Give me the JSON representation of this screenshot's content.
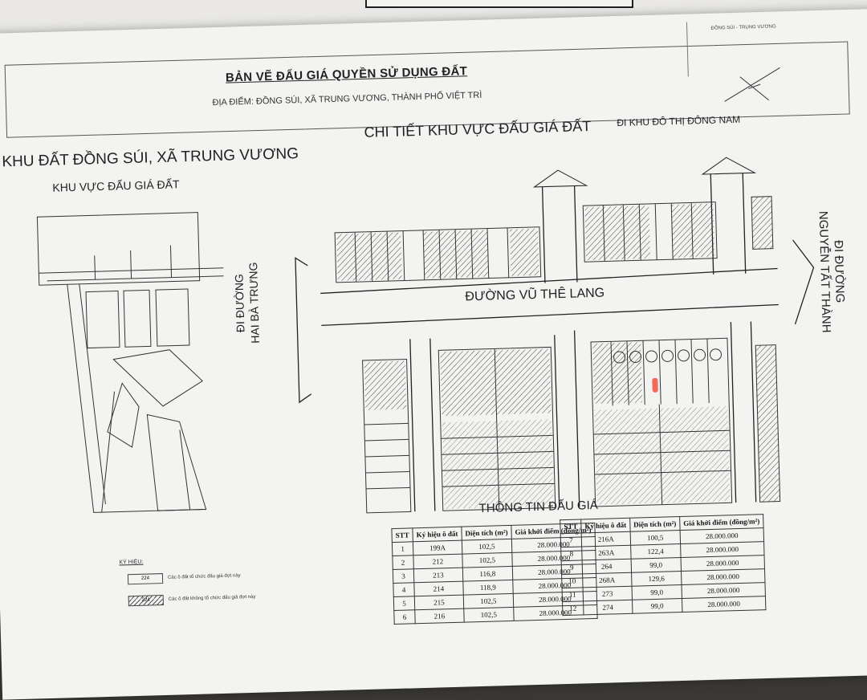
{
  "map": {
    "title": "BẢN VẼ ĐẤU GIÁ QUYỀN SỬ DỤNG ĐẤT",
    "location": "ĐỊA ĐIỂM: ĐỒNG SÚI, XÃ TRUNG VƯƠNG, THÀNH PHỐ VIỆT TRÌ",
    "overview_title": "KHU ĐẤT ĐỒNG SÚI, XÃ TRUNG VƯƠNG",
    "overview_sub": "KHU VỰC ĐẤU GIÁ ĐẤT",
    "detail_title": "CHI TIẾT KHU VỰC ĐẤU GIÁ ĐẤT",
    "to_new_urban": "ĐI KHU ĐÔ THỊ ĐÔNG NAM",
    "road_main": "ĐƯỜNG VŨ THÊ LANG",
    "road_left_1": "ĐI ĐƯỜNG",
    "road_left_2": "HAI BÀ TRƯNG",
    "road_right_1": "ĐI ĐƯỜNG",
    "road_right_2": "NGUYỄN TẤT THÀNH",
    "north_box_text": "ĐỒNG SÚI - TRUNG VƯƠNG"
  },
  "legend": {
    "title": "KÝ HIỆU:",
    "item1_code": "224",
    "item1_text": "Các ô đất tổ chức đấu giá đợt này",
    "item2_code": "224",
    "item2_text": "Các ô đất không tổ chức đấu giá đợt này"
  },
  "auction": {
    "title": "THÔNG TIN ĐẤU GIÁ",
    "headers": [
      "STT",
      "Ký hiệu ô đất",
      "Diện tích (m²)",
      "Giá khởi điểm (đồng/m²)"
    ],
    "left_rows": [
      [
        "1",
        "199A",
        "102,5",
        "28.000.000"
      ],
      [
        "2",
        "212",
        "102,5",
        "28.000.000"
      ],
      [
        "3",
        "213",
        "116,8",
        "28.000.000"
      ],
      [
        "4",
        "214",
        "118,9",
        "28.000.000"
      ],
      [
        "5",
        "215",
        "102,5",
        "28.000.000"
      ],
      [
        "6",
        "216",
        "102,5",
        "28.000.000"
      ]
    ],
    "right_rows": [
      [
        "7",
        "216A",
        "100,5",
        "28.000.000"
      ],
      [
        "8",
        "263A",
        "122,4",
        "28.000.000"
      ],
      [
        "9",
        "264",
        "99,0",
        "28.000.000"
      ],
      [
        "10",
        "268A",
        "129,6",
        "28.000.000"
      ],
      [
        "11",
        "273",
        "99,0",
        "28.000.000"
      ],
      [
        "12",
        "274",
        "99,0",
        "28.000.000"
      ]
    ]
  }
}
